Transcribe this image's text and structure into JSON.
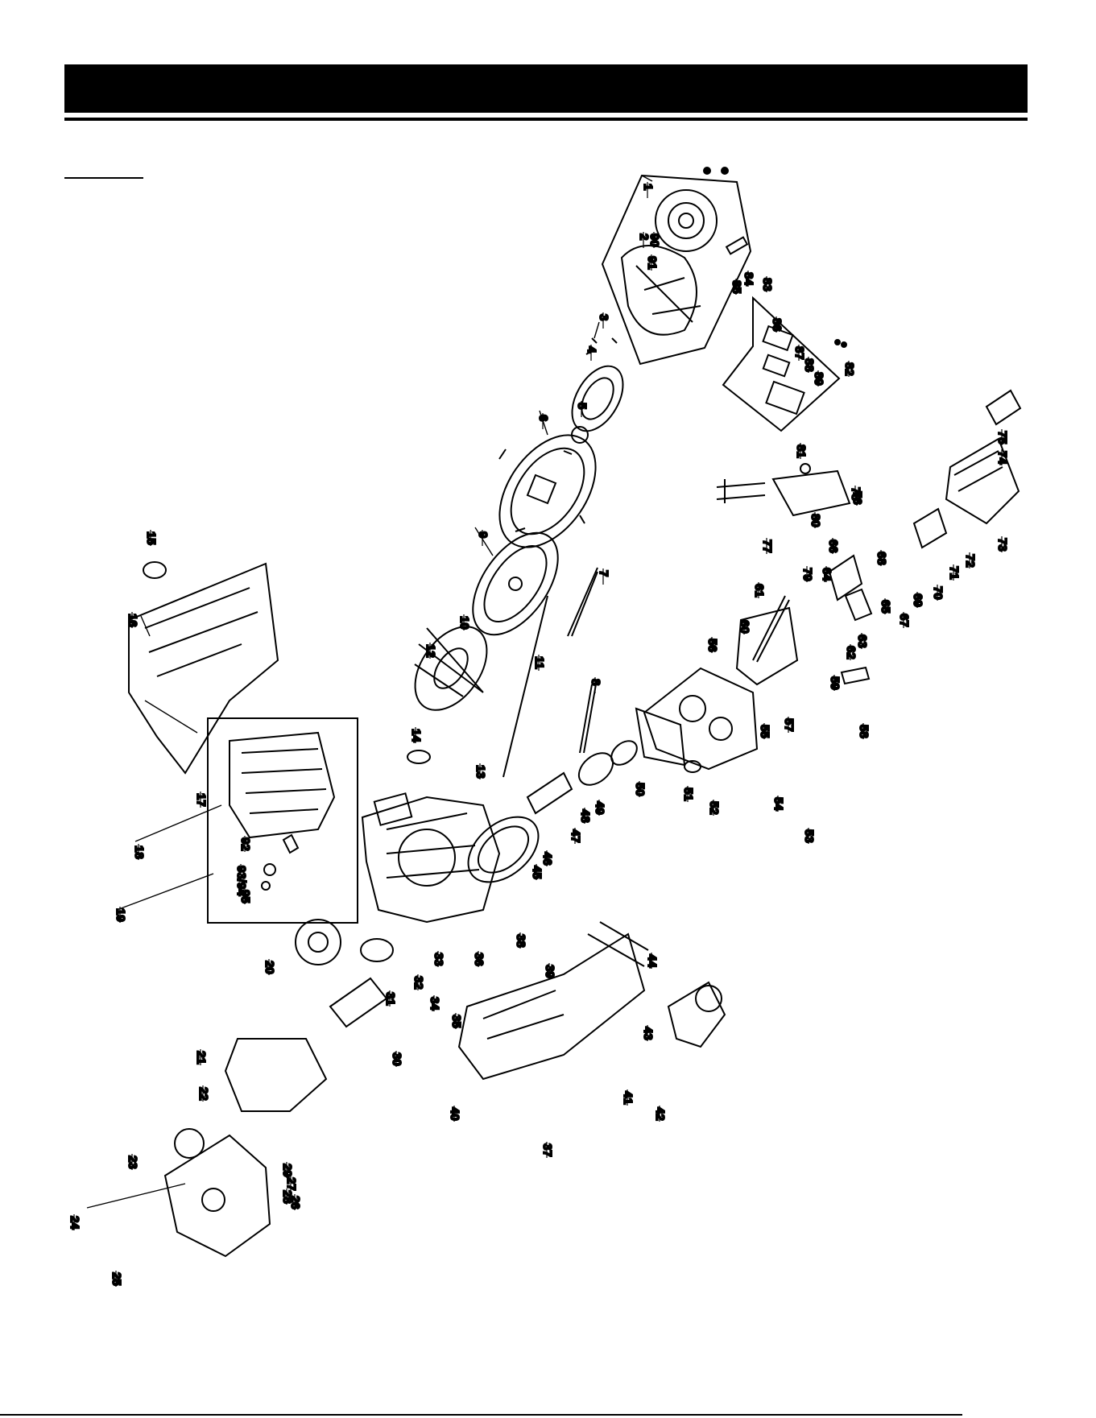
{
  "header": {
    "background_color": "#000000"
  },
  "diagram": {
    "type": "exploded parts view",
    "part_labels": [
      "1",
      "2",
      "3",
      "4",
      "5",
      "6",
      "7",
      "8",
      "9",
      "10",
      "11",
      "12",
      "13",
      "14",
      "15",
      "16",
      "17",
      "18",
      "19",
      "20",
      "21",
      "22",
      "23",
      "24",
      "25",
      "26",
      "27",
      "28",
      "29",
      "30",
      "31",
      "32",
      "33",
      "34",
      "35",
      "36",
      "37",
      "38",
      "39",
      "40",
      "41",
      "42",
      "43",
      "44",
      "45",
      "46",
      "47",
      "48",
      "49",
      "50",
      "51",
      "52",
      "53",
      "54",
      "55",
      "56",
      "57",
      "58",
      "59",
      "60",
      "61",
      "62",
      "63",
      "64",
      "65",
      "66",
      "67",
      "68",
      "69",
      "70",
      "71",
      "72",
      "73",
      "74",
      "75",
      "76",
      "77",
      "78",
      "79",
      "80",
      "81",
      "82",
      "83",
      "84",
      "85",
      "86",
      "87",
      "88",
      "89",
      "90",
      "91",
      "92",
      "93/94",
      "95"
    ]
  }
}
